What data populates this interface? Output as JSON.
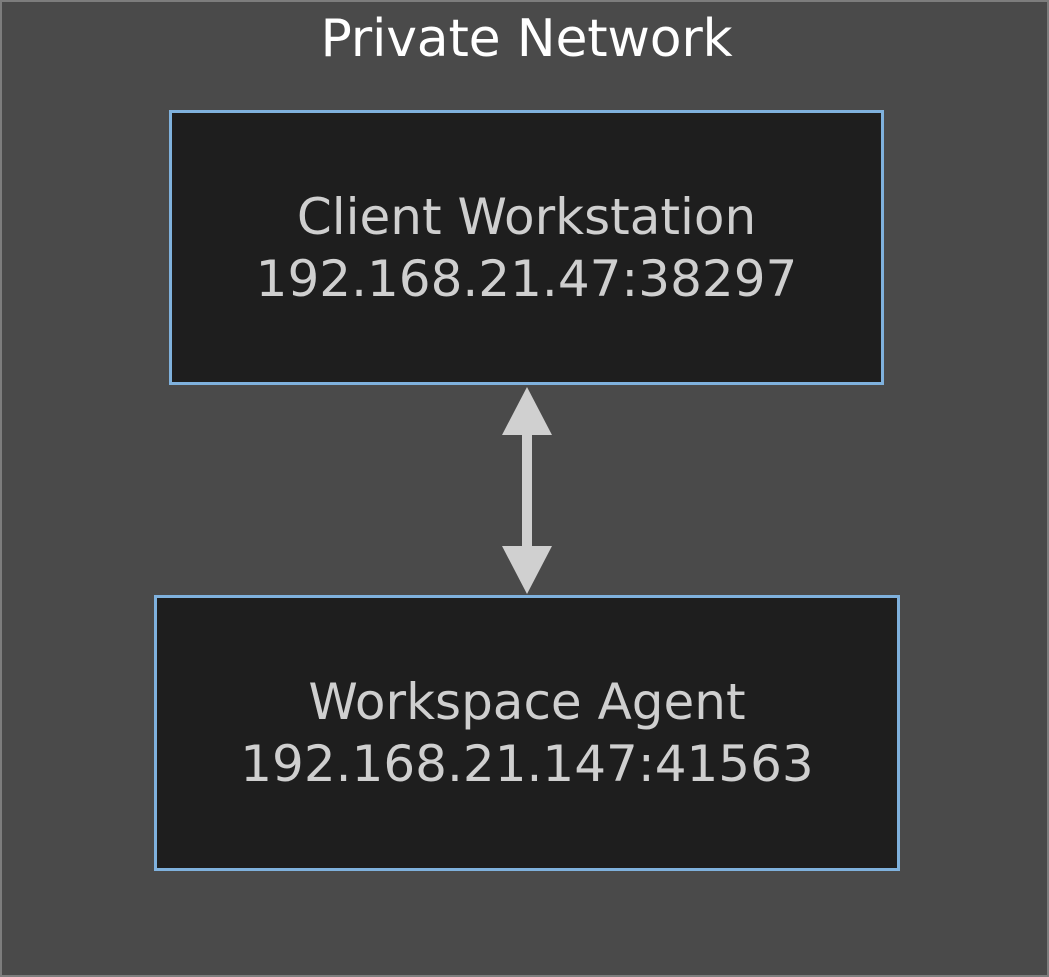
{
  "diagram": {
    "title": "Private Network",
    "title_color": "#ffffff",
    "canvas_background": "#4a4a4a",
    "node_fill": "#1e1e1e",
    "node_border_color": "#7fb1dd",
    "node_text_color": "#cfcfcf",
    "connector_color": "#d0d0d0",
    "nodes": [
      {
        "id": "client-workstation",
        "name": "Client Workstation",
        "address": "192.168.21.47:38297"
      },
      {
        "id": "workspace-agent",
        "name": "Workspace Agent",
        "address": "192.168.21.147:41563"
      }
    ],
    "connector": {
      "icon": "double-headed-vertical-arrow",
      "direction": "bidirectional",
      "from": "client-workstation",
      "to": "workspace-agent",
      "label": ""
    }
  }
}
